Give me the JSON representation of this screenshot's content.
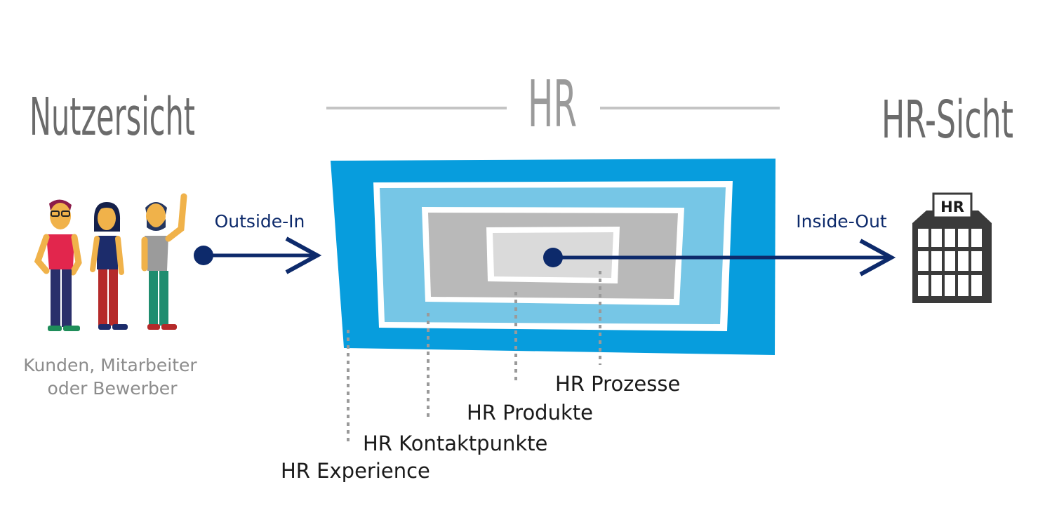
{
  "header": {
    "left_title": "Nutzersicht",
    "center_title": "HR",
    "right_title": "HR-Sicht"
  },
  "people": {
    "caption_line1": "Kunden, Mitarbeiter",
    "caption_line2": "oder Bewerber"
  },
  "arrows": {
    "outside_in": "Outside-In",
    "inside_out": "Inside-Out"
  },
  "building": {
    "sign": "HR"
  },
  "layers": [
    {
      "label": "HR Experience"
    },
    {
      "label": "HR Kontaktpunkte"
    },
    {
      "label": "HR Produkte"
    },
    {
      "label": "HR Prozesse"
    }
  ],
  "colors": {
    "title_gray": "#6b6b6b",
    "center_title_gray": "#9a9a9a",
    "divider_gray": "#c4c4c4",
    "caption_gray": "#8c8c8c",
    "navy": "#0d2a6b",
    "layer_outer_blue": "#079ddd",
    "layer_light_blue": "#76c6e6",
    "layer_gray": "#b9b9b9",
    "layer_light_gray": "#dadada",
    "label_black": "#1a1a1a",
    "building_dark": "#3a3a3a"
  }
}
